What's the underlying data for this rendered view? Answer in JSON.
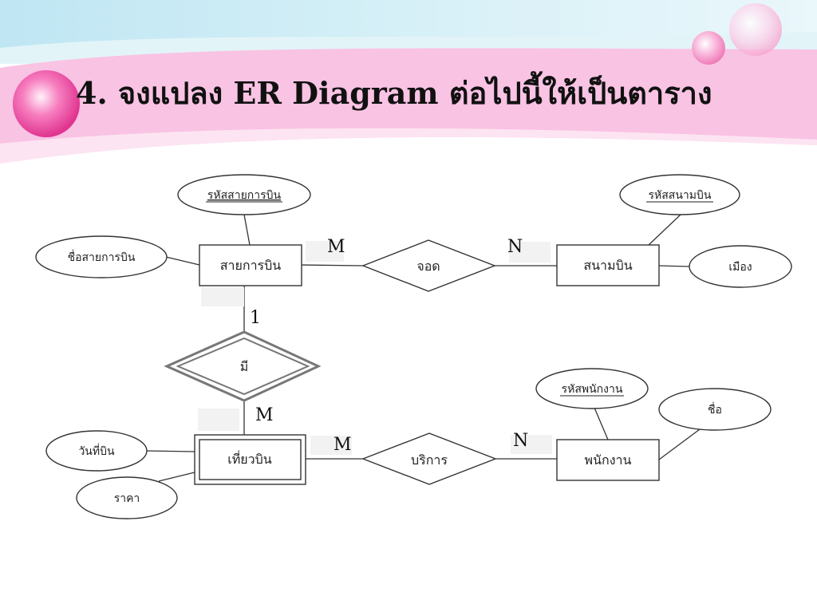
{
  "slide": {
    "title": "4. จงแปลง ER Diagram ต่อไปนี้ให้เป็นตาราง"
  },
  "diagram": {
    "entities": {
      "flight_route": "สายการบิน",
      "airport": "สนามบิน",
      "flight_trip": "เที่ยวบิน",
      "employee": "พนักงาน"
    },
    "relationships": {
      "stop": "จอด",
      "has": "มี",
      "serve": "บริการ"
    },
    "attributes": {
      "route_code": "รหัสสายการบิน",
      "route_name": "ชื่อสายการบิน",
      "airport_code": "รหัสสนามบิน",
      "city": "เมือง",
      "flight_date": "วันที่บิน",
      "price": "ราคา",
      "employee_code": "รหัสพนักงาน",
      "employee_name": "ชื่อ"
    },
    "cardinalities": {
      "route_stop": "M",
      "airport_stop": "N",
      "route_has": "1",
      "trip_has": "M",
      "trip_serve": "M",
      "employee_serve": "N"
    }
  },
  "colors": {
    "banner_pink": "#f9c3e3",
    "orb_pink": "#f04fa6",
    "line": "#333333"
  }
}
